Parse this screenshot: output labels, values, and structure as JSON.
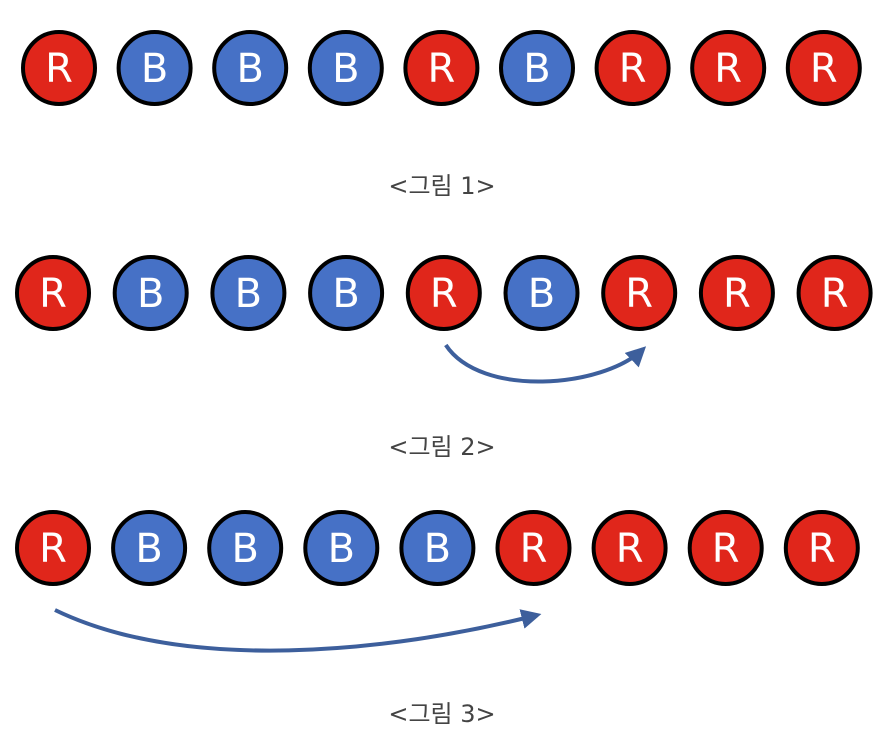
{
  "colors": {
    "R": "#e0261b",
    "B": "#4671c6",
    "outline": "#000000",
    "arrow": "#3d5f9c"
  },
  "figures": [
    {
      "caption": "<그림 1>",
      "balls": [
        "R",
        "B",
        "B",
        "B",
        "R",
        "B",
        "R",
        "R",
        "R"
      ],
      "arrow": null
    },
    {
      "caption": "<그림 2>",
      "balls": [
        "R",
        "B",
        "B",
        "B",
        "R",
        "B",
        "R",
        "R",
        "R"
      ],
      "arrow": {
        "from": 4,
        "to": 6
      }
    },
    {
      "caption": "<그림 3>",
      "balls": [
        "R",
        "B",
        "B",
        "B",
        "B",
        "R",
        "R",
        "R",
        "R"
      ],
      "arrow": {
        "from": 0,
        "to": 5
      }
    }
  ]
}
